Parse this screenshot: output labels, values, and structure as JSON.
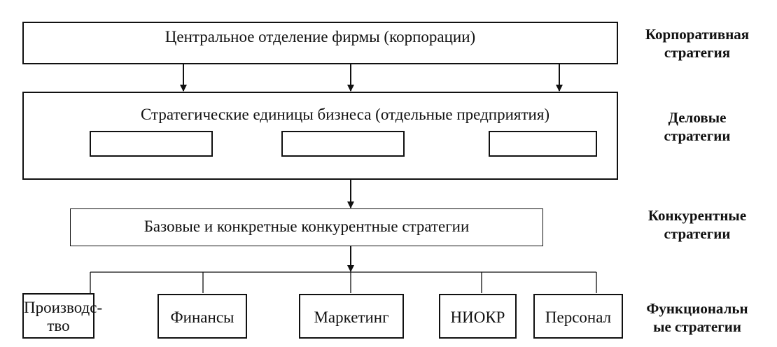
{
  "central_office": {
    "label": "Центральное отделение фирмы (корпорации)"
  },
  "business_units": {
    "label": "Стратегические единицы бизнеса (отдельные предприятия)"
  },
  "base_strategies": {
    "label": "Базовые и  конкретные  конкурентные стратегии"
  },
  "functions": [
    {
      "label_line1": "Производс-",
      "label_line2": "тво"
    },
    {
      "label": "Финансы"
    },
    {
      "label": "Маркетинг"
    },
    {
      "label": "НИОКР"
    },
    {
      "label": "Персонал"
    }
  ],
  "levels": [
    {
      "line1": "Корпоративная",
      "line2": "стратегия"
    },
    {
      "line1": "Деловые",
      "line2": "стратегии"
    },
    {
      "line1": "Конкурентные",
      "line2": "стратегии"
    },
    {
      "line1": "Функциональн",
      "line2": "ые стратегии"
    }
  ]
}
